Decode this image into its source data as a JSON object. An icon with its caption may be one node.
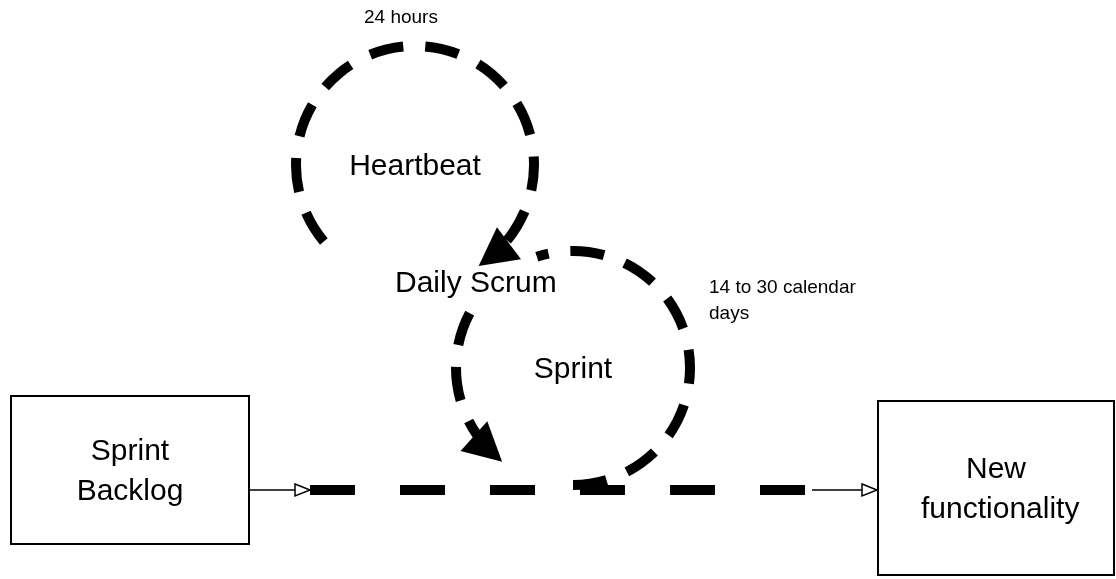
{
  "diagram": {
    "nodes": [
      {
        "text": [
          "Sprint Backlog"
        ]
      },
      {
        "text": [
          "New functionality"
        ]
      },
      {
        "text": [
          "Heartbeat"
        ],
        "beside": [
          "24 hours"
        ]
      },
      {
        "text": [
          "Sprint"
        ],
        "beside": [
          "14 to 30 calendar days"
        ]
      }
    ],
    "edges": [
      {
        "from": 0,
        "to": 1,
        "arrow": "to",
        "style": "dashed"
      }
    ],
    "labels": [
      "Daily Scrum"
    ]
  }
}
